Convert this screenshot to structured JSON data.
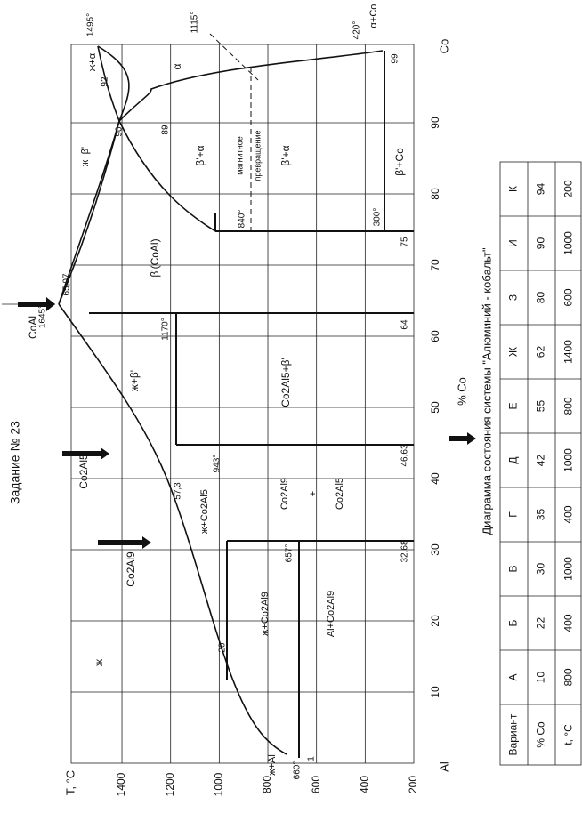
{
  "assignment": "Задание № 23",
  "caption": "Диаграмма состояния системы \"Алюминий - кобальт\"",
  "axes": {
    "t_label": "T, °C",
    "co_label": "% Co",
    "al_label": "Al",
    "co_end_label": "Co",
    "t_ticks": [
      "200",
      "400",
      "600",
      "800",
      "1000",
      "1200",
      "1400"
    ],
    "co_ticks": [
      "10",
      "20",
      "30",
      "40",
      "50",
      "60",
      "70",
      "80",
      "90"
    ]
  },
  "compounds": [
    "Co2Al9",
    "Co2Al5",
    "CoAl"
  ],
  "regions": {
    "liquid": "ж",
    "l_al": "ж+Al",
    "l_co2al9": "ж+Co2Al9",
    "al_co2al9": "Al+Co2Al9",
    "co2al9": "Co2Al9",
    "plus": "+",
    "co2al5": "Co2Al5",
    "l_co2al5": "ж+Co2Al5",
    "l_beta": "ж+β'",
    "co2al5_beta": "Co2Al5+β'",
    "beta": "β'(CoAl)",
    "beta_alpha_top": "β'+α",
    "beta_alpha_bottom": "β'+α",
    "beta_co": "β'+Co",
    "alpha": "α",
    "l_alpha": "ж+α",
    "l_beta_top": "ж+β'",
    "alpha_co": "α+Co",
    "magnetic_1": "магнитное",
    "magnetic_2": "превращение"
  },
  "temps": {
    "t660": "660°",
    "t657": "657°",
    "t943": "943°",
    "t1170": "1170°",
    "t1645": "1645°",
    "t840": "840°",
    "t300": "300°",
    "t1115": "1115°",
    "t1495": "1495°",
    "t420": "420°"
  },
  "compositions": {
    "c1": "1",
    "c20": "20",
    "c3268": "32,68",
    "c4663": "46,63",
    "c573": "57,3",
    "c64": "64",
    "c6507": "65,07",
    "c75": "75",
    "c89": "89",
    "c90": "90",
    "c92": "92",
    "c99": "99"
  },
  "variants_table": {
    "header": [
      "Вариант",
      "% Co",
      "t, °C"
    ],
    "rows": [
      {
        "variant": "А",
        "co": "10",
        "t": "800"
      },
      {
        "variant": "Б",
        "co": "22",
        "t": "400"
      },
      {
        "variant": "В",
        "co": "30",
        "t": "1000"
      },
      {
        "variant": "Г",
        "co": "35",
        "t": "400"
      },
      {
        "variant": "Д",
        "co": "42",
        "t": "1000"
      },
      {
        "variant": "Е",
        "co": "55",
        "t": "800"
      },
      {
        "variant": "Ж",
        "co": "62",
        "t": "1400"
      },
      {
        "variant": "З",
        "co": "80",
        "t": "600"
      },
      {
        "variant": "И",
        "co": "90",
        "t": "1000"
      },
      {
        "variant": "К",
        "co": "94",
        "t": "200"
      }
    ]
  }
}
